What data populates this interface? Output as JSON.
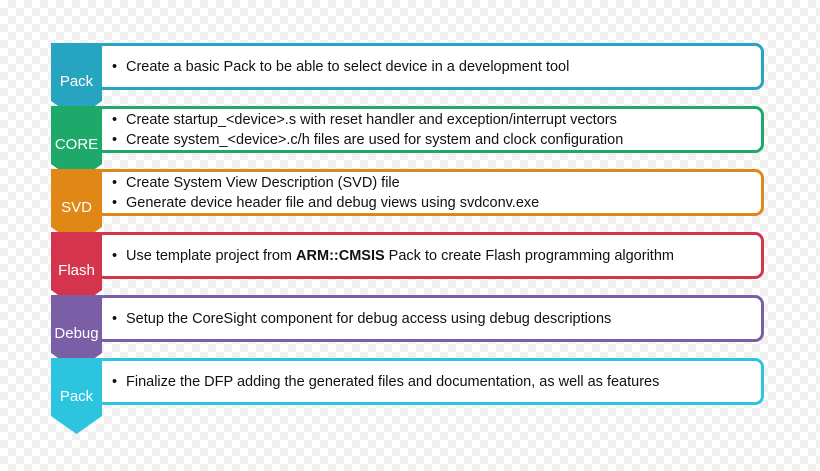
{
  "steps": [
    {
      "label": "Pack",
      "color": "#26a4c0",
      "bullets": [
        "Create a basic Pack to be able to select device in a development tool"
      ]
    },
    {
      "label": "CORE",
      "color": "#1ea86a",
      "bullets": [
        "Create startup_<device>.s with reset handler and exception/interrupt vectors",
        "Create system_<device>.c/h files are used for system and clock configuration"
      ]
    },
    {
      "label": "SVD",
      "color": "#e08716",
      "bullets": [
        "Create System View Description (SVD) file",
        "Generate device header file and debug views using svdconv.exe"
      ]
    },
    {
      "label": "Flash",
      "color": "#d4344c",
      "bullets": [
        {
          "before": "Use template project from ",
          "bold": "ARM::CMSIS",
          "after": " Pack to create Flash programming algorithm"
        }
      ]
    },
    {
      "label": "Debug",
      "color": "#7a5ea6",
      "bullets": [
        "Setup the CoreSight component for debug access using debug descriptions"
      ]
    },
    {
      "label": "Pack",
      "color": "#2cc4de",
      "bullets": [
        "Finalize the DFP adding the generated files and documentation, as well as features"
      ]
    }
  ]
}
